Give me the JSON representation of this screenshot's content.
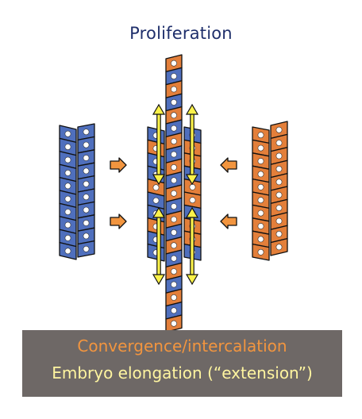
{
  "title": "Proliferation",
  "caption": {
    "line1": "Convergence/intercalation",
    "line2": "Embryo elongation (“extension”)"
  },
  "colors": {
    "blue_cell": "#4f6fbd",
    "orange_cell": "#e37f3a",
    "yellow_arrow": "#fbf24a",
    "orange_arrow": "#f2953f",
    "caption_bg": "#6e6866",
    "caption_text_orange": "#f2953f",
    "caption_text_yellow": "#fff5a0",
    "title_text": "#1f2f6b"
  },
  "icons": {
    "inward_arrow": "right-pointing-arrow-icon",
    "elongation_arrow": "double-headed-arrow-icon",
    "cell_nucleus": "white-dot"
  }
}
